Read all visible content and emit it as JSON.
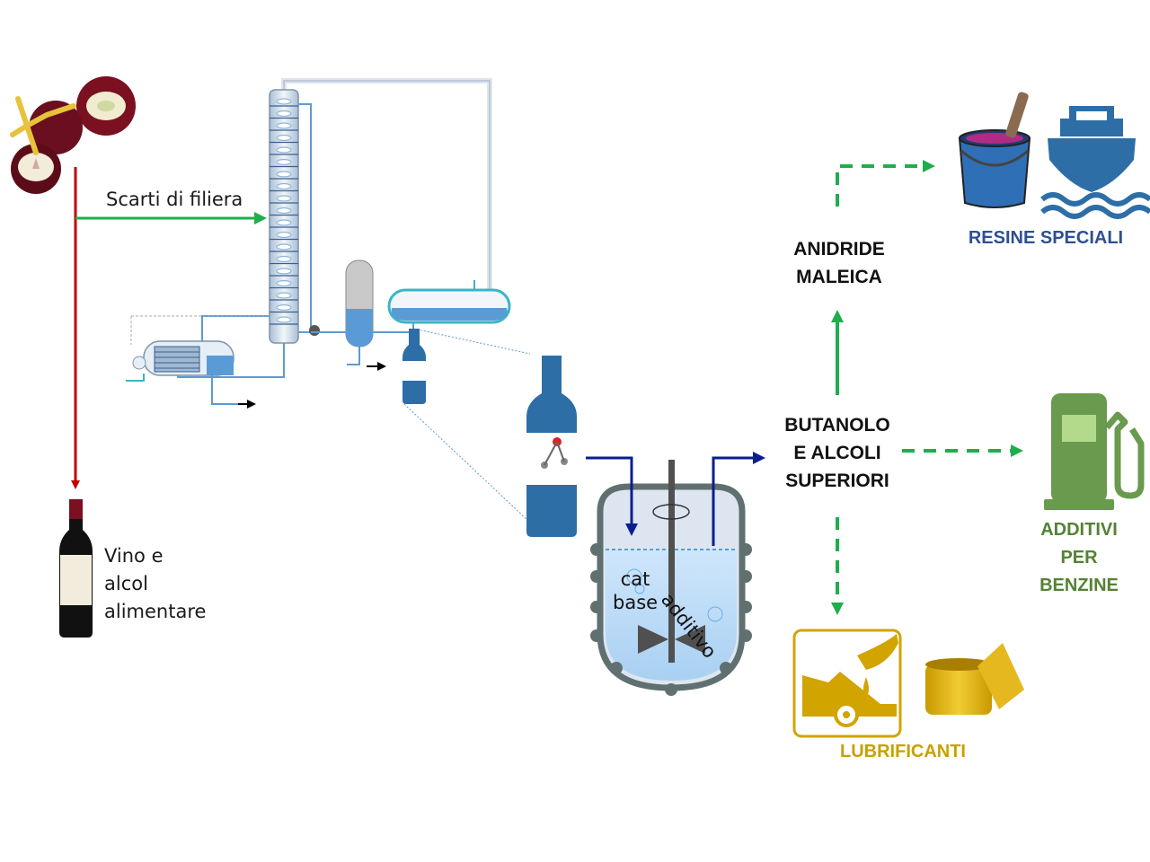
{
  "labels": {
    "scarti": "Scarti di filiera",
    "vino": [
      "Vino e",
      "alcol",
      "alimentare"
    ],
    "reactor_cat": [
      "cat",
      "base"
    ],
    "reactor_additivo": "additivo",
    "anidride": [
      "ANIDRIDE",
      "MALEICA"
    ],
    "butanolo": [
      "BUTANOLO",
      "E ALCOLI",
      "SUPERIORI"
    ],
    "resine": "RESINE SPECIALI",
    "additivi": [
      "ADDITIVI",
      "PER",
      "BENZINE"
    ],
    "lubrificanti": "LUBRIFICANTI"
  },
  "colors": {
    "red_arrow": "#c00000",
    "green_arrow": "#1fae4b",
    "navy_arrow": "#0a1f8f",
    "resine": "#2f4f95",
    "additivi": "#548235",
    "lubrificanti": "#c9a000",
    "equipment_blue": "#5b9bd5",
    "bottle_blue": "#2e6ea6",
    "reactor_jacket": "#607070"
  },
  "icons": [
    "grape-icon",
    "wine-bottle-icon",
    "distillation-column-icon",
    "reboiler-icon",
    "reflux-drum-icon",
    "condenser-icon",
    "bottle-icon",
    "reactor-icon",
    "paint-bucket-icon",
    "ship-icon",
    "fuel-pump-icon",
    "car-oil-icon",
    "cosmetic-jar-icon"
  ]
}
